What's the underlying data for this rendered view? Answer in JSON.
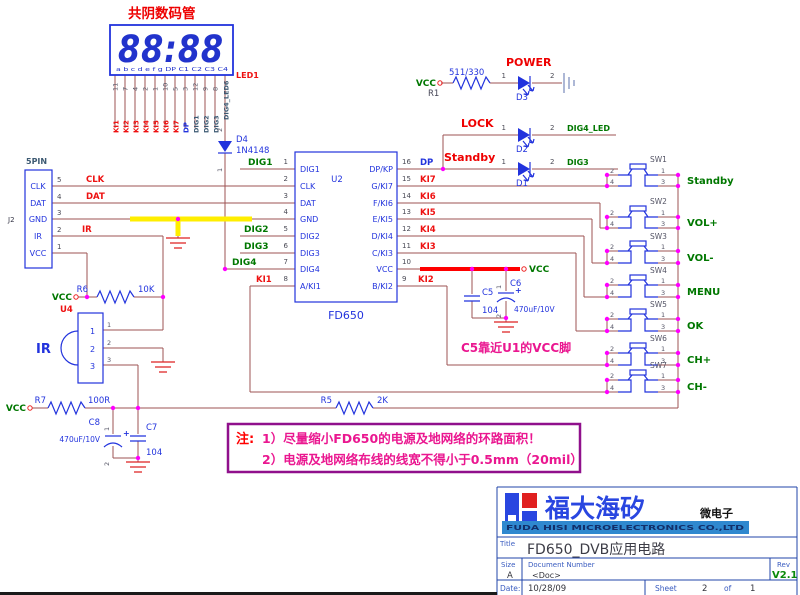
{
  "colors": {
    "wire": "#9d5353",
    "component_blue": "#2233dd",
    "net_red": "#ee1111",
    "net_green": "#007700",
    "junction_magenta": "#ff00ff",
    "highlight_yellow": "#ffee00",
    "highlight_red": "#ff0000",
    "note_magenta": "#ea1790",
    "banner_blue": "#2f88cf",
    "rev_green": "#0a8a0a"
  },
  "display": {
    "title": "共阴数码管",
    "refdes": "LED1",
    "value": "88:88",
    "segments": "a b c d e f g DP C1 C2 C3 C4",
    "pin_numbers": [
      "11",
      "7",
      "4",
      "2",
      "1",
      "10",
      "5",
      "3",
      "12",
      "9",
      "8"
    ],
    "pin_labels": [
      "KI1",
      "KI2",
      "KI3",
      "KI4",
      "KI5",
      "KI6",
      "KI7",
      "DP",
      "DIG1",
      "DIG2",
      "DIG3",
      "DIG4_LED6"
    ]
  },
  "d4": {
    "refdes": "D4",
    "value": "1N4148",
    "pin_top": "2",
    "pin_bottom": "1"
  },
  "j2": {
    "refdes": "J2",
    "header": "5PIN",
    "pin_names": [
      "CLK",
      "DAT",
      "GND",
      "IR",
      "VCC"
    ],
    "pin_numbers": [
      "5",
      "4",
      "3",
      "2",
      "1"
    ],
    "net_clk": "CLK",
    "net_dat": "DAT",
    "net_ir": "IR"
  },
  "u2": {
    "refdes": "U2",
    "part": "FD650",
    "left_pins": [
      {
        "num": "1",
        "name": "DIG1"
      },
      {
        "num": "2",
        "name": "CLK"
      },
      {
        "num": "3",
        "name": "DAT"
      },
      {
        "num": "4",
        "name": "GND"
      },
      {
        "num": "5",
        "name": "DIG2"
      },
      {
        "num": "6",
        "name": "DIG3"
      },
      {
        "num": "7",
        "name": "DIG4"
      },
      {
        "num": "8",
        "name": "A/KI1"
      }
    ],
    "right_pins": [
      {
        "num": "16",
        "name": "DP/KP"
      },
      {
        "num": "15",
        "name": "G/KI7"
      },
      {
        "num": "14",
        "name": "F/KI6"
      },
      {
        "num": "13",
        "name": "E/KI5"
      },
      {
        "num": "12",
        "name": "D/KI4"
      },
      {
        "num": "11",
        "name": "C/KI3"
      },
      {
        "num": "10",
        "name": "VCC"
      },
      {
        "num": "9",
        "name": "B/KI2"
      }
    ],
    "net_dig1": "DIG1",
    "net_dig2": "DIG2",
    "net_dig3": "DIG3",
    "net_dig4": "DIG4",
    "net_ki1": "KI1",
    "net_dp": "DP",
    "net_ki7": "KI7",
    "net_ki6": "KI6",
    "net_ki5": "KI5",
    "net_ki4": "KI4",
    "net_ki3": "KI3",
    "net_ki2": "KI2"
  },
  "vcc_label": "VCC",
  "power_row": {
    "label": "POWER",
    "r_ref": "R1",
    "r_val": "511/330",
    "d_ref": "D3",
    "pin1": "1",
    "pin2": "2"
  },
  "lock_row": {
    "label": "LOCK",
    "d_ref": "D2",
    "pin1": "1",
    "pin2": "2",
    "net": "DIG4_LED"
  },
  "standby_row": {
    "label": "Standby",
    "d_ref": "D1",
    "pin1": "1",
    "pin2": "2",
    "net": "DIG3"
  },
  "switches": {
    "pin_tl": "2",
    "pin_bl": "4",
    "pin_tr": "1",
    "pin_br": "3",
    "items": [
      {
        "refdes": "SW1",
        "net": "Standby"
      },
      {
        "refdes": "SW2",
        "net": "VOL+"
      },
      {
        "refdes": "SW3",
        "net": "VOL-"
      },
      {
        "refdes": "SW4",
        "net": "MENU"
      },
      {
        "refdes": "SW5",
        "net": "OK"
      },
      {
        "refdes": "SW6",
        "net": "CH+"
      },
      {
        "refdes": "SW7",
        "net": "CH-"
      }
    ]
  },
  "r5": {
    "refdes": "R5",
    "value": "2K"
  },
  "r6": {
    "refdes": "R6",
    "value": "10K"
  },
  "r7": {
    "refdes": "R7",
    "value": "100R"
  },
  "u4": {
    "refdes": "U4",
    "label": "IR",
    "pins": [
      "1",
      "2",
      "3"
    ]
  },
  "c5": {
    "refdes": "C5",
    "value": "104"
  },
  "c6": {
    "refdes": "C6",
    "value": "470uF/10V",
    "pin1": "1",
    "pin2": "2",
    "plus": "+"
  },
  "c7": {
    "refdes": "C7",
    "value": "104"
  },
  "c8": {
    "refdes": "C8",
    "value": "470uF/10V",
    "pin1": "1",
    "pin2": "2",
    "plus": "+"
  },
  "c5_note": "C5靠近U1的VCC脚",
  "notes": {
    "prefix": "注:",
    "line1": "1）尽量缩小FD650的电源及地网络的环路面积！",
    "line2": "2）电源及地网络布线的线宽不得小于0.5mm（20mil）"
  },
  "title_block": {
    "logo_cn": "福大海矽",
    "logo_suffix": "微电子",
    "banner": "FUDA HISI MICROELECTRONICS CO.,LTD",
    "title_label": "Title",
    "title": "FD650_DVB应用电路",
    "size_label": "Size",
    "size": "A",
    "doc_label": "Document Number",
    "doc": "<Doc>",
    "rev_label": "Rev",
    "rev": "V2.1",
    "date_label": "Date:",
    "date": "10/28/09",
    "sheet_label": "Sheet",
    "sheet": "2",
    "of_label": "of",
    "of": "1"
  }
}
